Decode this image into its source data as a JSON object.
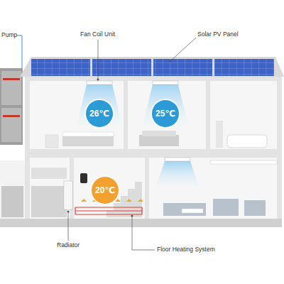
{
  "diagram": {
    "nodes": [
      {
        "text": [
          "26℃"
        ]
      },
      {
        "text": [
          "25℃"
        ]
      },
      {
        "text": [
          "20℃"
        ]
      }
    ],
    "labels": [
      "Pump",
      "Fan Coil Unit",
      "Solar PV Panel",
      "Radiator",
      "Floor Heating System"
    ]
  }
}
